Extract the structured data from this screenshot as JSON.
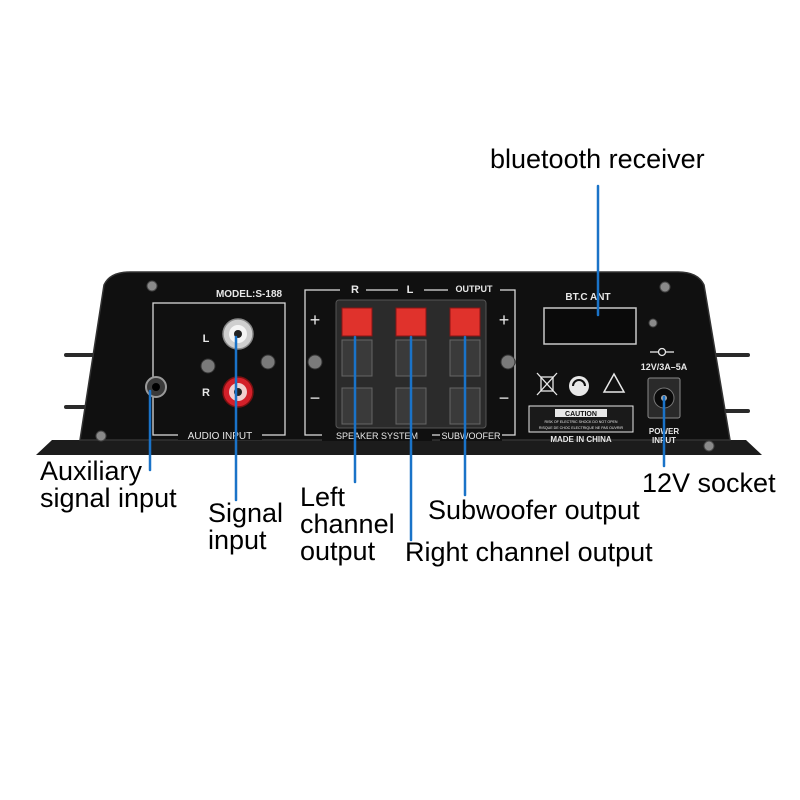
{
  "panel": {
    "model": "MODEL:S-188",
    "audio_input_label": "AUDIO INPUT",
    "jack_l": "L",
    "jack_r": "R",
    "channel_r": "R",
    "channel_l": "L",
    "output_label": "OUTPUT",
    "plus": "+",
    "minus": "−",
    "speaker_system_label": "SPEAKER  SYSTEM",
    "subwoofer_label": "SUBWOOFER",
    "bt_ant_label": "BT.C ANT",
    "power_spec": "12V/3A–5A",
    "caution_title": "CAUTION",
    "caution_line1": "RISK OF ELECTRIC SHOCK DO NOT OPEN",
    "caution_line2": "RISQUE DE CHOC ELECTRIQUE NE PAS OUVRIR",
    "made_in": "MADE IN CHINA",
    "power_input_line1": "POWER",
    "power_input_line2": "INPUT"
  },
  "callouts": {
    "bluetooth": "bluetooth receiver",
    "auxiliary": [
      "Auxiliary",
      "signal input"
    ],
    "signal": [
      "Signal",
      "input"
    ],
    "left": [
      "Left",
      "channel",
      "output"
    ],
    "subwoofer": "Subwoofer output",
    "right": "Right channel output",
    "socket": "12V socket"
  },
  "colors": {
    "panel": "#111111",
    "panel_label": "#e8e8e8",
    "terminal_red": "#e0322c",
    "rca_red": "#d3202a",
    "callout_line": "#1a73c8"
  }
}
